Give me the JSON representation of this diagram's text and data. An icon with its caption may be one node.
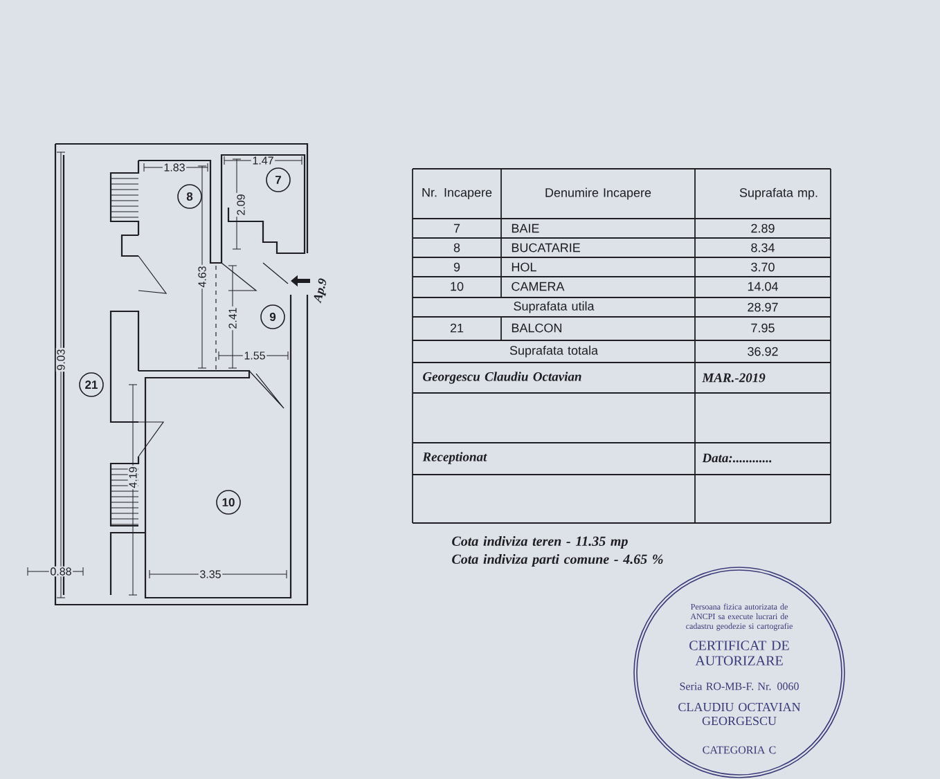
{
  "diagram": {
    "nodes": [
      {
        "text": [
          "8"
        ]
      },
      {
        "text": [
          "7"
        ]
      },
      {
        "text": [
          "9"
        ]
      },
      {
        "text": [
          "21"
        ]
      },
      {
        "text": [
          "10"
        ]
      },
      {
        "text": [
          "Persoana fizica autorizata de ANCPI sa execute lucrari de cadastru geodezie si cartografie",
          "CERTIFICAT DE AUTORIZARE",
          "Seria RO-MB-F. Nr. 0060",
          "CLAUDIU OCTAVIAN GEORGESCU",
          "CATEGORIA C"
        ]
      }
    ],
    "labels": [
      "1.83",
      "1.47",
      "2.09",
      "4.63",
      "2.41",
      "1.55",
      "9.03",
      "4.19",
      "0.88",
      "3.35",
      "Ap.9",
      "Nr. Incapere",
      "Denumire Incapere",
      "Suprafata mp.",
      "7",
      "BAIE",
      "2.89",
      "8",
      "BUCATARIE",
      "8.34",
      "9",
      "HOL",
      "3.70",
      "10",
      "CAMERA",
      "14.04",
      "Suprafata utila",
      "28.97",
      "21",
      "BALCON",
      "7.95",
      "Suprafata totala",
      "36.92",
      "Georgescu Claudiu Octavian",
      "MAR.-2019",
      "Receptionat",
      "Data:............",
      "Cota indiviza teren - 11.35 mp",
      "Cota indiviza parti comune - 4.65 %"
    ]
  }
}
